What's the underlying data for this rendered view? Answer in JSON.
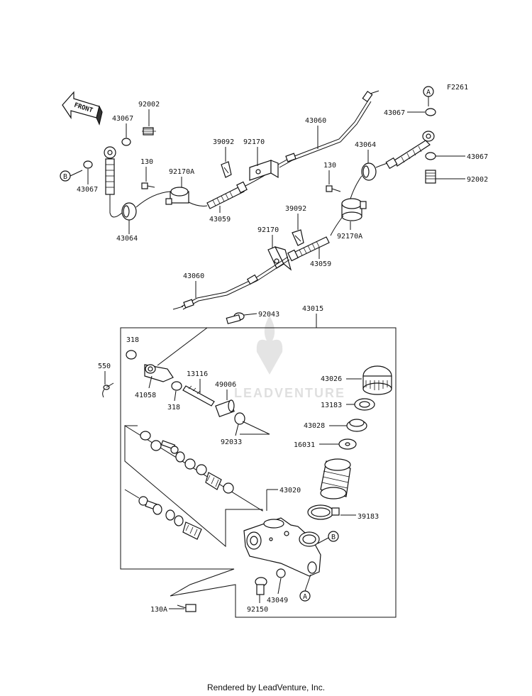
{
  "figure_code": "F2261",
  "front_label": "FRONT",
  "markers": {
    "a": "A",
    "b": "B"
  },
  "parts": {
    "p92002_left": "92002",
    "p43067_upper_left": "43067",
    "p43067_left": "43067",
    "p130_left": "130",
    "p92170A_left": "92170A",
    "p43064_left": "43064",
    "p39092_upper": "39092",
    "p92170_upper": "92170",
    "p43059_upper": "43059",
    "p43060_upper": "43060",
    "p43067_upper_right": "43067",
    "p43064_right": "43064",
    "p43067_right": "43067",
    "p92002_right": "92002",
    "p130_right": "130",
    "p39092_mid": "39092",
    "p92170_mid": "92170",
    "p92170A_right": "92170A",
    "p43059_mid": "43059",
    "p43060_lower": "43060",
    "p92043": "92043",
    "p43015": "43015",
    "p318_upper": "318",
    "p550": "550",
    "p41058": "41058",
    "p318_lower": "318",
    "p13116": "13116",
    "p49006": "49006",
    "p92033": "92033",
    "p43026": "43026",
    "p13183": "13183",
    "p43028": "43028",
    "p16031": "16031",
    "p43020": "43020",
    "p39183": "39183",
    "p43049": "43049",
    "p92150": "92150",
    "p130A": "130A"
  },
  "watermark_text": "LEADVENTURE",
  "footer": "Rendered by LeadVenture, Inc."
}
